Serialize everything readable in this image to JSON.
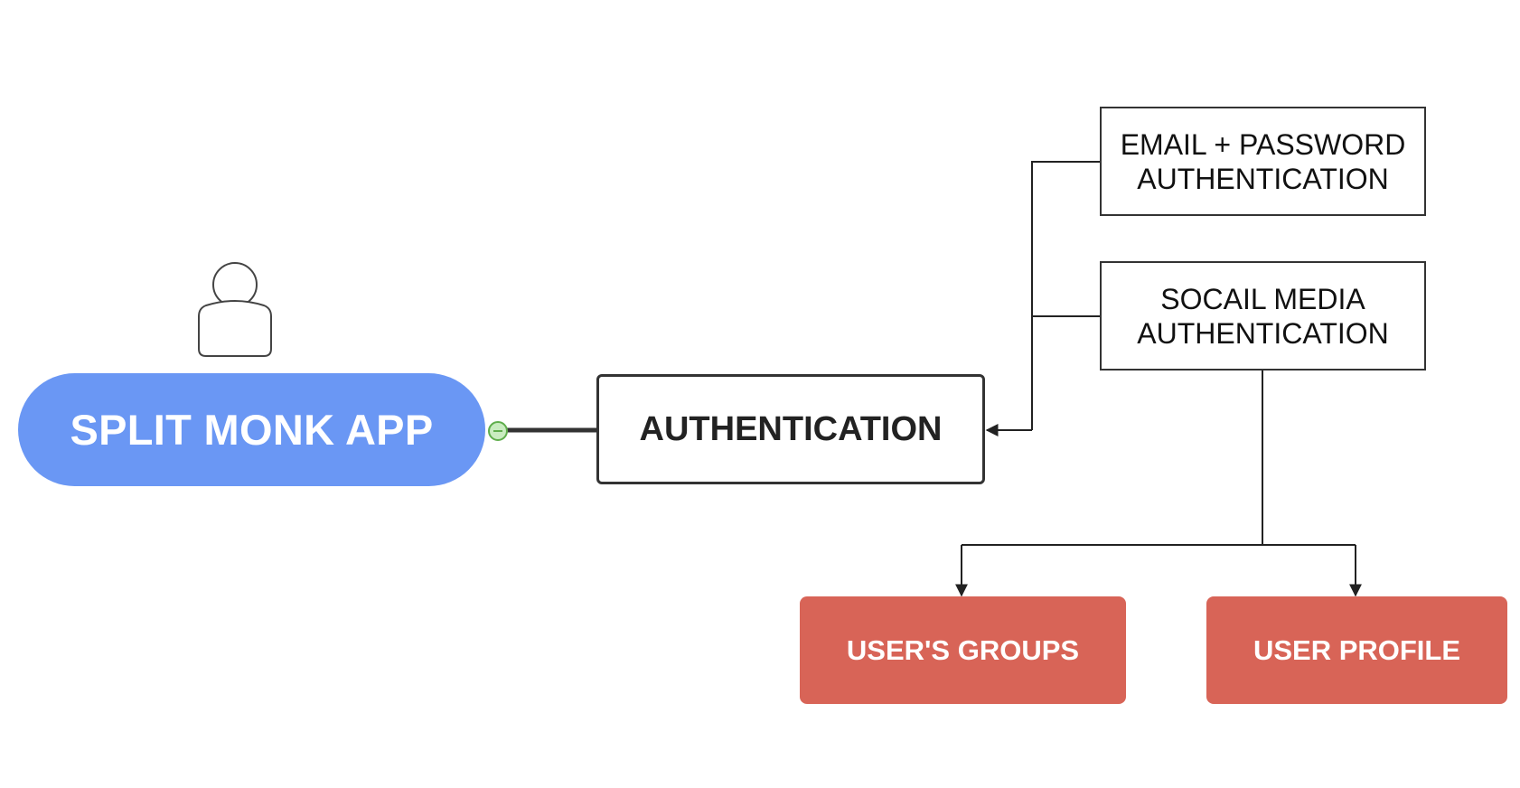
{
  "root": {
    "label": "SPLIT MONK APP"
  },
  "authentication": {
    "label": "AUTHENTICATION"
  },
  "methods": [
    {
      "line1": "EMAIL + PASSWORD",
      "line2": "AUTHENTICATION"
    },
    {
      "line1": "SOCAIL MEDIA",
      "line2": "AUTHENTICATION"
    }
  ],
  "features": [
    {
      "label": "USER'S GROUPS"
    },
    {
      "label": "USER PROFILE"
    }
  ],
  "icons": {
    "user": "person-icon",
    "collapse": "minus-circle-icon"
  },
  "colors": {
    "root_fill": "#6a97f4",
    "feature_fill": "#d86457",
    "connector": "#222222",
    "collapse_fill": "#c9ecc0",
    "collapse_stroke": "#5fae4c"
  }
}
